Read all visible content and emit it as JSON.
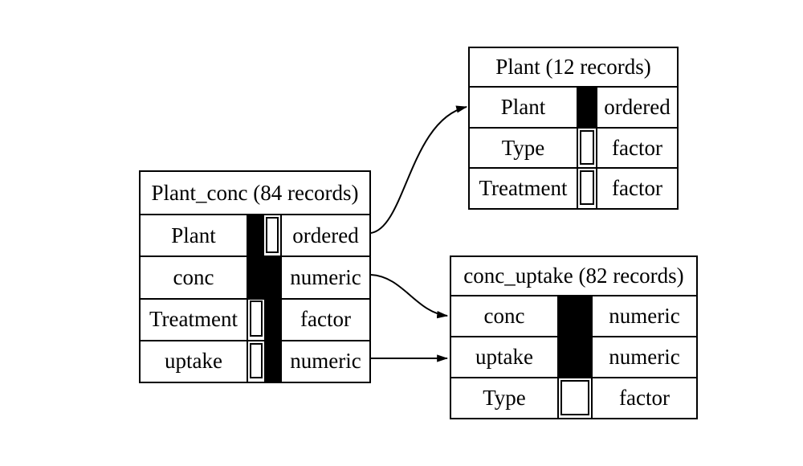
{
  "diagram": {
    "background_color": "#ffffff",
    "line_color": "#000000",
    "tables": [
      {
        "name": "Plant_conc",
        "title": "Plant_conc (84 records)",
        "records": 84,
        "rows": [
          {
            "name": "Plant",
            "type": "ordered",
            "keys": [
              "key1"
            ]
          },
          {
            "name": "conc",
            "type": "numeric",
            "keys": [
              "key1",
              "key2"
            ]
          },
          {
            "name": "Treatment",
            "type": "factor",
            "keys": [
              "key2"
            ]
          },
          {
            "name": "uptake",
            "type": "numeric",
            "keys": [
              "key2"
            ]
          }
        ]
      },
      {
        "name": "Plant",
        "title": "Plant (12 records)",
        "records": 12,
        "rows": [
          {
            "name": "Plant",
            "type": "ordered",
            "keys": [
              "key1"
            ]
          },
          {
            "name": "Type",
            "type": "factor",
            "keys": []
          },
          {
            "name": "Treatment",
            "type": "factor",
            "keys": []
          }
        ]
      },
      {
        "name": "conc_uptake",
        "title": "conc_uptake (82 records)",
        "records": 82,
        "rows": [
          {
            "name": "conc",
            "type": "numeric",
            "keys": [
              "key1"
            ]
          },
          {
            "name": "uptake",
            "type": "numeric",
            "keys": [
              "key1"
            ]
          },
          {
            "name": "Type",
            "type": "factor",
            "keys": []
          }
        ]
      }
    ],
    "arrows": [
      {
        "from_table": "Plant_conc",
        "from_field": "Plant",
        "to_table": "Plant",
        "to_field": "Plant"
      },
      {
        "from_table": "Plant_conc",
        "from_field": "conc",
        "to_table": "conc_uptake",
        "to_field": "conc"
      },
      {
        "from_table": "Plant_conc",
        "from_field": "uptake",
        "to_table": "conc_uptake",
        "to_field": "uptake"
      }
    ]
  }
}
